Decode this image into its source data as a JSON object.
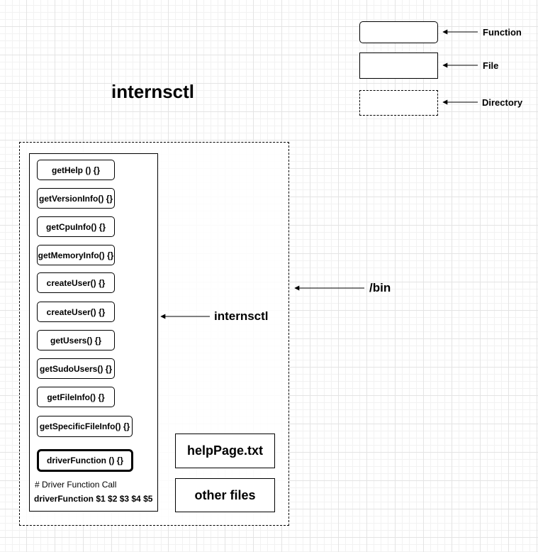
{
  "title": "internsctl",
  "legend": {
    "function_label": "Function",
    "file_label": "File",
    "directory_label": "Directory"
  },
  "bin_label": "/bin",
  "file_label": "internsctl",
  "functions": [
    "getHelp () {}",
    "getVersionInfo() {}",
    "getCpuInfo() {}",
    "getMemoryInfo() {}",
    "createUser() {}",
    "createUser() {}",
    "getUsers() {}",
    "getSudoUsers() {}",
    "getFileInfo() {}",
    "getSpecificFileInfo() {}"
  ],
  "driver_function": "driverFunction () {}",
  "comment": "# Driver Function Call",
  "driver_call": "driverFunction $1 $2 $3 $4 $5",
  "files": {
    "help_page": "helpPage.txt",
    "other_files": "other files"
  }
}
